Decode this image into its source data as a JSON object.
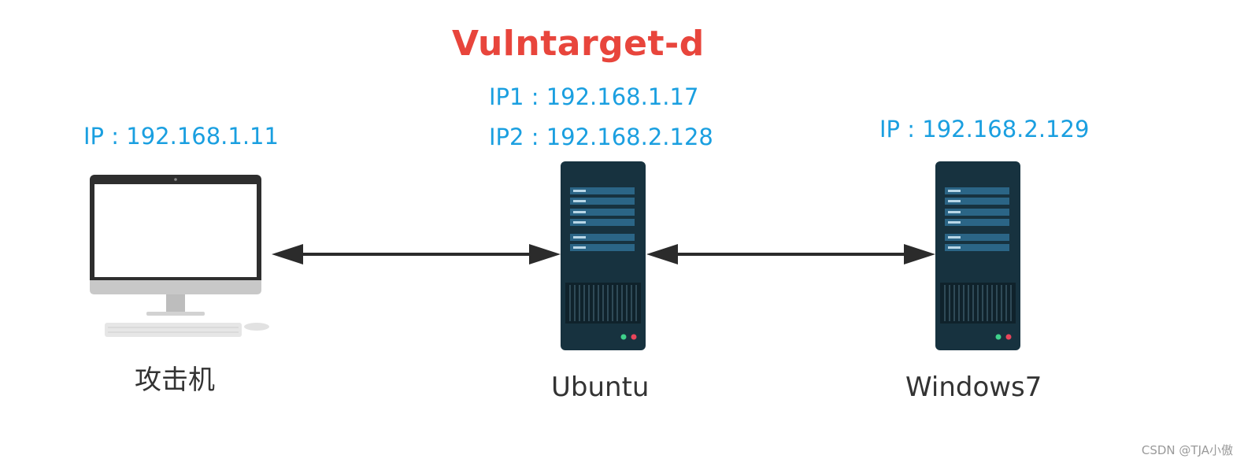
{
  "title": "Vulntarget-d",
  "nodes": {
    "attacker": {
      "label": "攻击机",
      "ip": "IP : 192.168.1.11"
    },
    "ubuntu": {
      "label": "Ubuntu",
      "ip1": "IP1 : 192.168.1.17",
      "ip2": "IP2 : 192.168.2.128"
    },
    "windows": {
      "label": "Windows7",
      "ip": "IP : 192.168.2.129"
    }
  },
  "watermark": "CSDN @TJA小傲",
  "colors": {
    "title": "#e8453c",
    "ip_text": "#1a9fe0",
    "server_body": "#17323f",
    "arrow": "#2b2b2b"
  }
}
